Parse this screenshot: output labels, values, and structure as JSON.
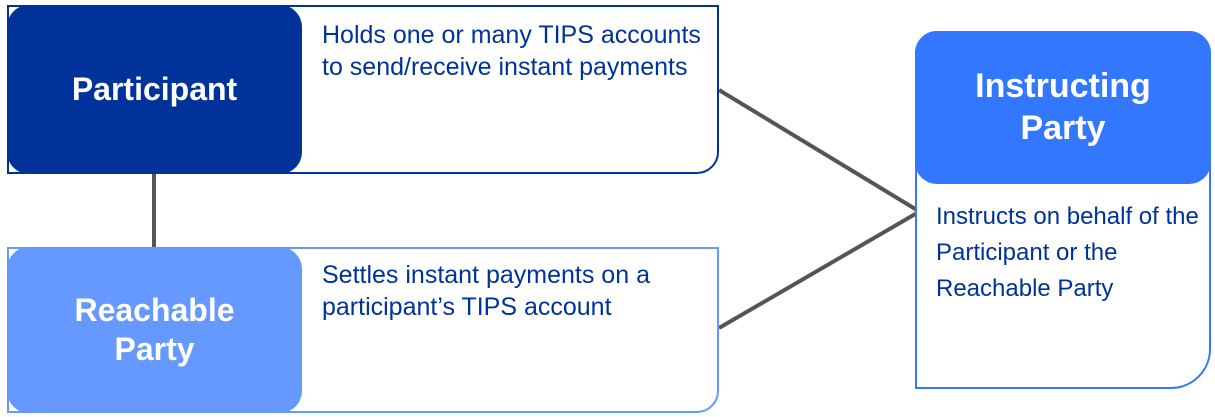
{
  "diagram": {
    "colors": {
      "participant": "#003399",
      "reachable_party": "#6699ff",
      "instructing_party": "#3377ff",
      "description_text": "#003399",
      "connector": "#555555"
    },
    "nodes": [
      {
        "id": "participant",
        "title": "Participant",
        "description": "Holds one or many TIPS accounts to send/receive instant payments"
      },
      {
        "id": "reachable_party",
        "title": "Reachable Party",
        "description": "Settles instant payments on a participant’s TIPS account"
      },
      {
        "id": "instructing_party",
        "title": "Instructing Party",
        "description": "Instructs on behalf of the Participant or the Reachable Party"
      }
    ],
    "edges": [
      {
        "from": "participant",
        "to": "reachable_party"
      },
      {
        "from": "participant",
        "to": "instructing_party"
      },
      {
        "from": "reachable_party",
        "to": "instructing_party"
      }
    ]
  }
}
